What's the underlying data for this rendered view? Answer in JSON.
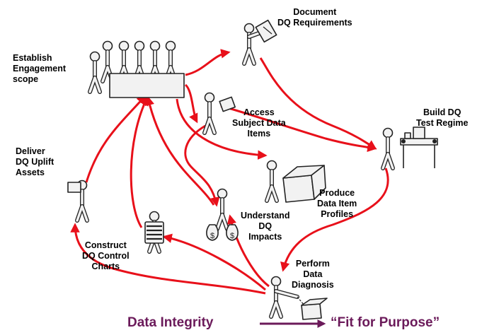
{
  "colors": {
    "flow": "#e8101a",
    "footer_text": "#6b1a5a",
    "figure_fill": "#f2f2f2",
    "figure_outline": "#222222"
  },
  "steps": {
    "establish": {
      "lines": [
        "Establish",
        "Engagement",
        "scope"
      ]
    },
    "document": {
      "lines": [
        "Document",
        "DQ Requirements"
      ]
    },
    "access": {
      "lines": [
        "Access",
        "Subject Data",
        "Items"
      ]
    },
    "build": {
      "lines": [
        "Build DQ",
        "Test Regime"
      ]
    },
    "deliver": {
      "lines": [
        "Deliver",
        "DQ Uplift",
        "Assets"
      ]
    },
    "produce": {
      "lines": [
        "Produce",
        "Data Item",
        "Profiles"
      ]
    },
    "understand": {
      "lines": [
        "Understand",
        "DQ",
        "Impacts"
      ]
    },
    "construct": {
      "lines": [
        "Construct",
        "DQ Control",
        "Charts"
      ]
    },
    "perform": {
      "lines": [
        "Perform",
        "Data",
        "Diagnosis"
      ]
    }
  },
  "footer": {
    "left": "Data Integrity",
    "right": "“Fit for Purpose”"
  },
  "icons": {
    "currency": "$"
  }
}
